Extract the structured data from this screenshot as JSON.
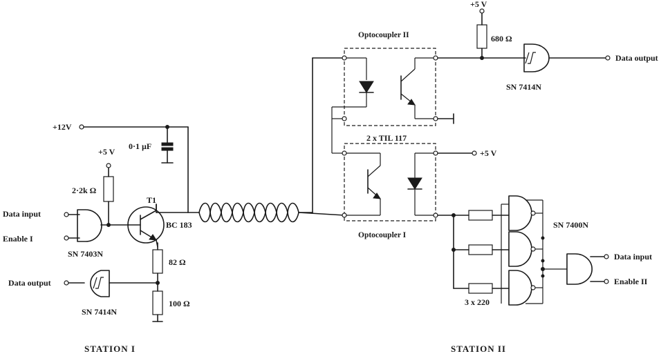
{
  "labels": {
    "plus5v_top": "+5 V",
    "r680": "680 Ω",
    "optocoupler2": "Optocoupler II",
    "data_output_right": "Data output",
    "sn7414n_right": "SN 7414N",
    "plus12v": "+12V",
    "cap": "0·1 µF",
    "plus5v_station1": "+5 V",
    "r22k": "2·2k Ω",
    "t1": "T1",
    "bc183": "BC 183",
    "data_input_left": "Data input",
    "enable1": "Enable I",
    "sn7403n": "SN 7403N",
    "r82": "82 Ω",
    "data_output_left": "Data output",
    "r100": "100 Ω",
    "sn7414n_left": "SN 7414N",
    "til117": "2 x TIL 117",
    "plus5v_mid": "+5 V",
    "optocoupler1": "Optocoupler I",
    "sn7400n": "SN 7400N",
    "data_input_right": "Data input",
    "enable2": "Enable II",
    "r3x220": "3 x 220",
    "station1": "STATION I",
    "station2": "STATION II"
  }
}
